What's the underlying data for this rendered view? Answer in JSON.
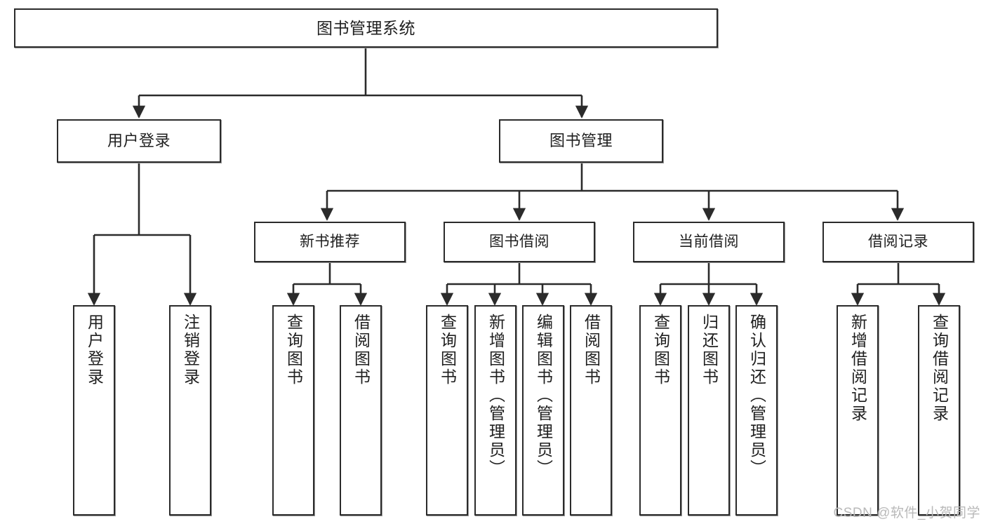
{
  "diagram": {
    "title": "图书管理系统",
    "type": "tree-hierarchy",
    "watermark": "CSDN @软件_小贺同学",
    "colors": {
      "box_border": "#2b2b2b",
      "box_fill": "#ffffff",
      "edge": "#2b2b2b",
      "text": "#1f1f1f",
      "watermark": "#b9b9b9"
    }
  },
  "nodes": {
    "root": {
      "label": "图书管理系统"
    },
    "level1": [
      {
        "label": "用户登录"
      },
      {
        "label": "图书管理"
      }
    ],
    "level2": [
      {
        "label": "新书推荐"
      },
      {
        "label": "图书借阅"
      },
      {
        "label": "当前借阅"
      },
      {
        "label": "借阅记录"
      }
    ],
    "leaves": {
      "user_login": [
        {
          "label": "用户登录"
        },
        {
          "label": "注销登录"
        }
      ],
      "new_book_recommend": [
        {
          "label": "查询图书"
        },
        {
          "label": "借阅图书"
        }
      ],
      "book_borrow": [
        {
          "label": "查询图书"
        },
        {
          "label": "新增图书（管理员）"
        },
        {
          "label": "编辑图书（管理员）"
        },
        {
          "label": "借阅图书"
        }
      ],
      "current_borrow": [
        {
          "label": "查询图书"
        },
        {
          "label": "归还图书"
        },
        {
          "label": "确认归还（管理员）"
        }
      ],
      "borrow_record": [
        {
          "label": "新增借阅记录"
        },
        {
          "label": "查询借阅记录"
        }
      ]
    }
  }
}
